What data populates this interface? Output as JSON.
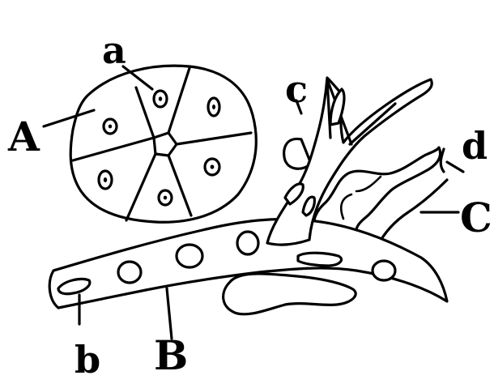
{
  "labels": {
    "A": "A",
    "B": "B",
    "C": "C",
    "a": "a",
    "b": "b",
    "c": "c",
    "d": "d"
  },
  "colors": {
    "ink": "#000000",
    "background": "#ffffff"
  }
}
